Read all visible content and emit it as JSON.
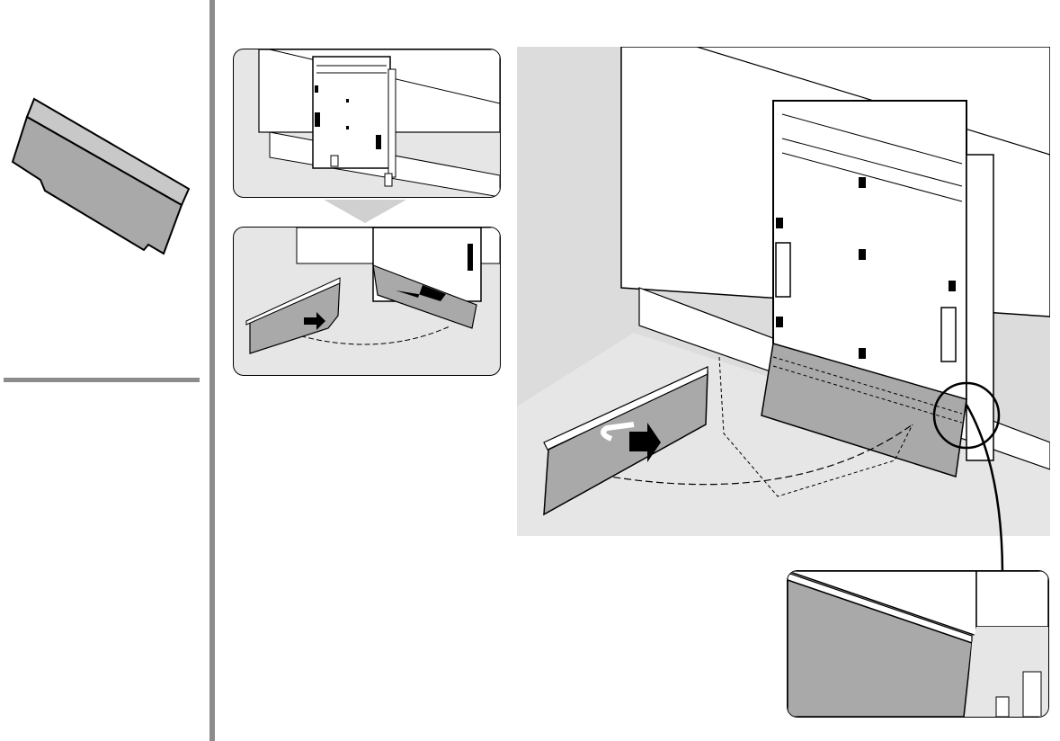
{
  "document": {
    "type": "installation-instruction-page",
    "text_content": []
  },
  "colors": {
    "background": "#ffffff",
    "panel_fill": "#a9a9a9",
    "scene_bg": "#dcdcdc",
    "floor": "#e6e6e6",
    "divider": "#8c8c8c",
    "outline": "#000000"
  },
  "icons": {
    "part": "toe-kick-panel-icon",
    "step1": "dishwasher-front-icon",
    "step2": "fit-panel-icon",
    "main": "main-assembly-illustration",
    "detail": "corner-detail-magnifier"
  }
}
